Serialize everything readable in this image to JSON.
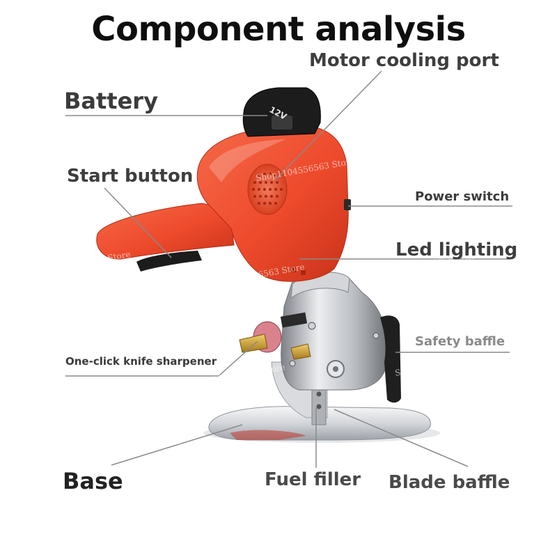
{
  "title": "Component analysis",
  "labels": {
    "motor_cooling_port": "Motor cooling port",
    "battery": "Battery",
    "start_button": "Start button",
    "power_switch": "Power switch",
    "led_lighting": "Led lighting",
    "safety_baffle": "Safety baffle",
    "knife_sharpener": "One-click knife sharpener",
    "base": "Base",
    "fuel_filler": "Fuel filler",
    "blade_baffle": "Blade baffle"
  },
  "battery_voltage": "12V",
  "watermark": "Shop1104556563 Store",
  "colors": {
    "body_orange": "#ee4a2c",
    "text_dark": "#0e0e0e",
    "label_gray": "#3c3c3c",
    "leader_line": "#8a8a8a",
    "battery_black": "#1c1c1c",
    "metal": "#c9ccd0"
  }
}
